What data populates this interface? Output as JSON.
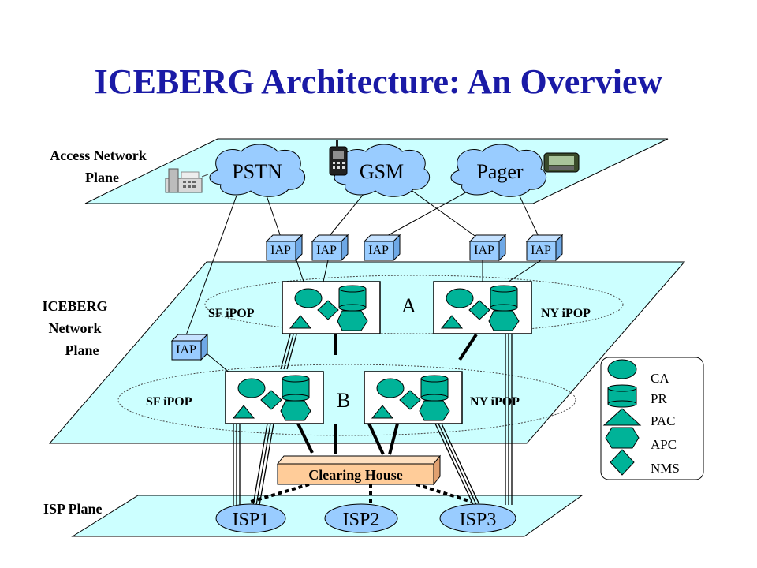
{
  "title": "ICEBERG Architecture:  An Overview",
  "planes": {
    "access": "Access Network Plane",
    "access_lines": [
      "Access Network",
      "Plane"
    ],
    "iceberg_lines": [
      "ICEBERG",
      "Network",
      "Plane"
    ],
    "isp": "ISP Plane"
  },
  "access_networks": [
    "PSTN",
    "GSM",
    "Pager"
  ],
  "iap_label": "IAP",
  "pops": {
    "sf_a": "SF iPOP",
    "ny_a": "NY iPOP",
    "sf_b": "SF iPOP",
    "ny_b": "NY iPOP",
    "group_a": "A",
    "group_b": "B"
  },
  "clearing_house": "Clearing House",
  "isps": [
    "ISP1",
    "ISP2",
    "ISP3"
  ],
  "legend": [
    "CA",
    "PR",
    "PAC",
    "APC",
    "NMS"
  ],
  "colors": {
    "title": "#1a1aa6",
    "plane": "#ccffff",
    "node": "#00b398",
    "iap": "#99ccff",
    "clearing": "#ffcc99"
  }
}
